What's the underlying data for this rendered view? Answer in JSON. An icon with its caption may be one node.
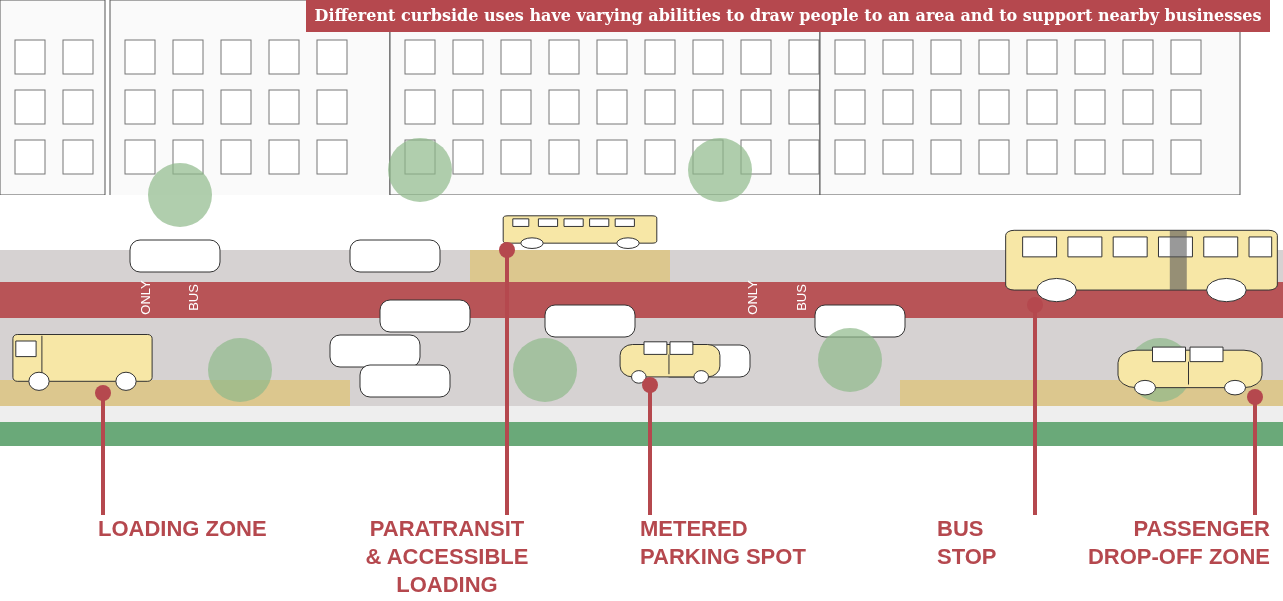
{
  "diagram": {
    "title": "Different curbside uses have varying abilities to draw people to an area and to support nearby businesses",
    "nodes": [
      {
        "text": [
          "LOADING ZONE"
        ]
      },
      {
        "text": [
          "PARATRANSIT & ACCESSIBLE LOADING"
        ]
      },
      {
        "text": [
          "METERED PARKING SPOT"
        ]
      },
      {
        "text": [
          "BUS STOP"
        ]
      },
      {
        "text": [
          "PASSENGER DROP-OFF ZONE"
        ]
      },
      {
        "text": [],
        "shape": "picture"
      },
      {
        "text": [],
        "shape": "picture"
      },
      {
        "text": [],
        "shape": "picture"
      },
      {
        "text": [],
        "shape": "picture"
      },
      {
        "text": [],
        "shape": "picture"
      }
    ],
    "edges": [
      {
        "from": 0,
        "to": 5,
        "arrow": "other"
      },
      {
        "from": 1,
        "to": 6,
        "arrow": "other"
      },
      {
        "from": 2,
        "to": 7,
        "arrow": "other"
      },
      {
        "from": 3,
        "to": 8,
        "arrow": "other"
      },
      {
        "from": 4,
        "to": 9,
        "arrow": "other"
      }
    ],
    "labels": [
      "ONLY",
      "BUS",
      "ONLY",
      "BUS"
    ]
  }
}
